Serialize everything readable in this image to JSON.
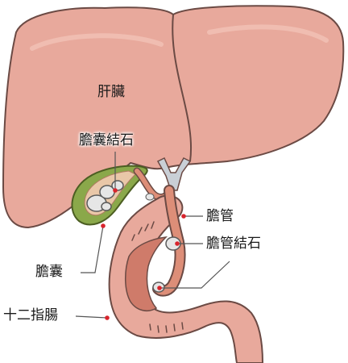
{
  "labels": {
    "liver": "肝臟",
    "gallbladder_stone": "膽囊結石",
    "bile_duct": "膽管",
    "bile_duct_stone": "膽管結石",
    "gallbladder": "膽囊",
    "duodenum": "十二指腸"
  },
  "colors": {
    "liver_fill": "#e8a99c",
    "liver_outline": "#6b4a44",
    "gallbladder_fill": "#8aa84a",
    "duct_fill": "#dd8e78",
    "vessel_fill": "#c9cfd6",
    "stone_fill": "#e6e6e6",
    "marker": "#d8242c",
    "leader_line": "#555555"
  }
}
